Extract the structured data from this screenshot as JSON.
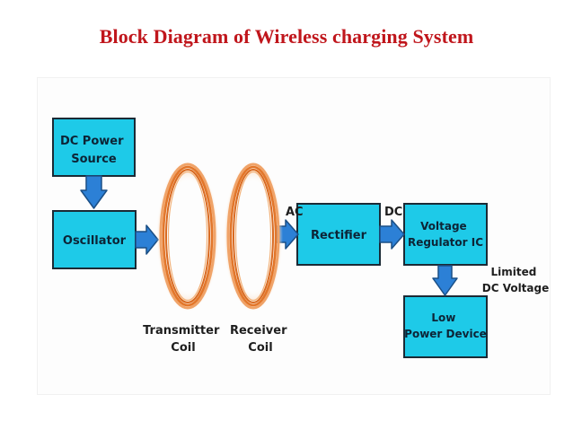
{
  "slide": {
    "title": "Block Diagram of Wireless charging System"
  },
  "diagram": {
    "blocks": {
      "dc_power_source": [
        "DC Power",
        "Source"
      ],
      "oscillator": [
        "Oscillator"
      ],
      "rectifier": [
        "Rectifier"
      ],
      "voltage_regulator": [
        "Voltage",
        "Regulator IC"
      ],
      "low_power_device": [
        "Low",
        "Power Device"
      ]
    },
    "labels": {
      "transmitter_coil": [
        "Transmitter",
        "Coil"
      ],
      "receiver_coil": [
        "Receiver",
        "Coil"
      ],
      "ac": "AC",
      "dc": "DC",
      "limited_dc_voltage": [
        "Limited",
        "DC Voltage"
      ]
    },
    "icons": {
      "transmitter_coil": "copper-coil-icon",
      "receiver_coil": "copper-coil-icon",
      "arrows": "blue-block-arrow"
    },
    "colors": {
      "block_fill": "#1ecae8",
      "block_border": "#1b2a35",
      "arrow_fill": "#2c80d6",
      "coil": "#e2762a",
      "title": "#c0161c"
    }
  }
}
